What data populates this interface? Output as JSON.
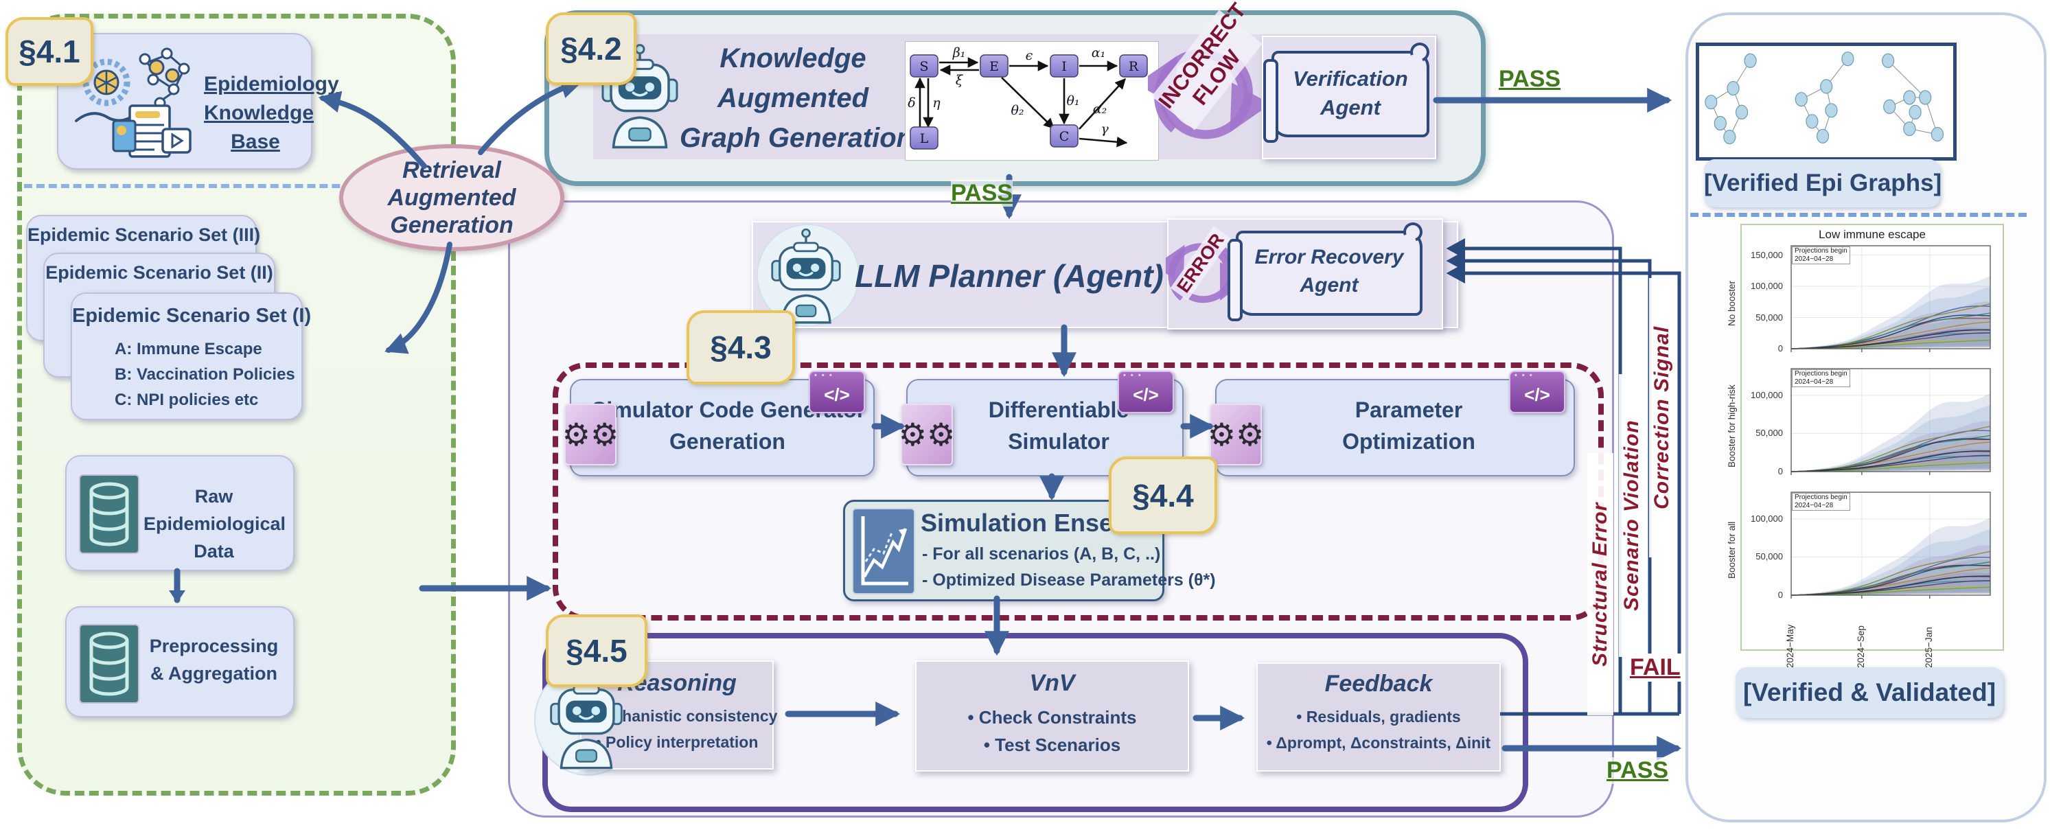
{
  "s41": {
    "tag": "§4.1",
    "kb_lines": [
      "Epidemiology",
      "Knowledge Base"
    ]
  },
  "scenarios": {
    "set3": "Epidemic Scenario Set (III)",
    "set2": "Epidemic Scenario Set (II)",
    "set1": "Epidemic Scenario Set (I)",
    "items": [
      "A: Immune Escape",
      "B: Vaccination Policies",
      "C: NPI policies etc"
    ]
  },
  "data_pipeline": {
    "raw": "Raw Epidemiological Data",
    "prep": "Preprocessing & Aggregation"
  },
  "rag": {
    "lines": [
      "Retrieval",
      "Augmented",
      "Generation"
    ]
  },
  "s42": {
    "tag": "§4.2",
    "title_lines": [
      "Knowledge",
      "Augmented",
      "Graph Generation"
    ],
    "nodes": [
      "S",
      "E",
      "I",
      "R",
      "L",
      "C"
    ],
    "edge_labels": {
      "b1": "β₁",
      "xi": "ξ",
      "eps": "ϵ",
      "a1": "α₁",
      "delta": "δ",
      "eta": "η",
      "th2": "θ₂",
      "th1": "θ₁",
      "a2": "α₂",
      "gamma": "γ"
    },
    "incorrect": [
      "INCORRECT",
      "FLOW"
    ],
    "verification_lines": [
      "Verification",
      "Agent"
    ]
  },
  "planner": {
    "title": "LLM Planner (Agent)",
    "error": "ERROR",
    "recovery_lines": [
      "Error Recovery",
      "Agent"
    ]
  },
  "s43": {
    "tag": "§4.3",
    "box1_lines": [
      "Simulator Code Generator",
      "Generation"
    ],
    "box2_lines": [
      "Differentiable",
      "Simulator"
    ],
    "box3_lines": [
      "Parameter",
      "Optimization"
    ],
    "code_icon": "</>"
  },
  "s44": {
    "tag": "§4.4",
    "ensemble_title": "Simulation Ensemble",
    "ensemble_bullets": [
      "- For all scenarios (A, B, C, ..)",
      "- Optimized Disease Parameters (θ*)"
    ]
  },
  "s45": {
    "tag": "§4.5",
    "reasoning": {
      "title": "Reasoning",
      "bullets": [
        "• Mechanistic consistency",
        "• Policy interpretation"
      ]
    },
    "vnv": {
      "title": "VnV",
      "bullets": [
        "• Check Constraints",
        "• Test Scenarios"
      ]
    },
    "feedback": {
      "title": "Feedback",
      "bullets": [
        "• Residuals, gradients",
        "• Δprompt, Δconstraints, Δinit"
      ]
    }
  },
  "signals": {
    "structural": "Structural Error",
    "scenario": "Scenario Violation",
    "correction": "Correction Signal",
    "fail": "FAIL",
    "pass_top": "PASS",
    "pass_mid": "PASS",
    "pass_bottom": "PASS"
  },
  "outputs": {
    "verified_graphs": "[Verified Epi Graphs]",
    "verified_validated": "[Verified & Validated]"
  },
  "chart_data": {
    "type": "area",
    "title": "Low immune escape",
    "x_ticks": [
      "2024−May",
      "2024−Sep",
      "2025−Jan"
    ],
    "x_tick_fractions": [
      0,
      0.355,
      0.696
    ],
    "annotation": [
      "Projections begin",
      "2024−04−28"
    ],
    "grid": true,
    "bands": [
      {
        "scale": 1.0,
        "color": "#98a8d0",
        "opacity": 0.28
      },
      {
        "scale": 0.82,
        "color": "#8fb4d4",
        "opacity": 0.3
      },
      {
        "scale": 0.63,
        "color": "#a89cc8",
        "opacity": 0.32
      },
      {
        "scale": 0.46,
        "color": "#8aa4b0",
        "opacity": 0.35
      },
      {
        "scale": 0.3,
        "color": "#9090b8",
        "opacity": 0.35
      }
    ],
    "subplots": [
      {
        "label": "No booster",
        "ylim": [
          0,
          165000
        ],
        "y_ticks": [
          150000,
          100000,
          50000,
          0
        ],
        "envelope_peak": 115000,
        "lines": [
          {
            "color": "#4a66a8",
            "peak": 66000
          },
          {
            "color": "#b34a3a",
            "peak": 52000
          },
          {
            "color": "#2f8a66",
            "peak": 58000
          },
          {
            "color": "#c08030",
            "peak": 40000
          },
          {
            "color": "#7a58a8",
            "peak": 30000
          },
          {
            "color": "#2f9aa4",
            "peak": 27000
          },
          {
            "color": "#8a8a2f",
            "peak": 70000
          },
          {
            "color": "#5a3a6e",
            "peak": 24000
          },
          {
            "color": "#243f77",
            "peak": 55000
          },
          {
            "color": "#c8b23a",
            "peak": 15000
          },
          {
            "color": "#67a84a",
            "peak": 13000
          },
          {
            "color": "#303030",
            "peak": 29000
          }
        ]
      },
      {
        "label": "Booster for high-risk",
        "ylim": [
          0,
          135000
        ],
        "y_ticks": [
          100000,
          50000,
          0
        ],
        "envelope_peak": 101000,
        "lines": [
          {
            "color": "#4a66a8",
            "peak": 52000
          },
          {
            "color": "#b34a3a",
            "peak": 45000
          },
          {
            "color": "#2f8a66",
            "peak": 48000
          },
          {
            "color": "#c08030",
            "peak": 36000
          },
          {
            "color": "#7a58a8",
            "peak": 26000
          },
          {
            "color": "#2f9aa4",
            "peak": 22000
          },
          {
            "color": "#8a8a2f",
            "peak": 58000
          },
          {
            "color": "#5a3a6e",
            "peak": 20000
          },
          {
            "color": "#243f77",
            "peak": 44000
          },
          {
            "color": "#c8b23a",
            "peak": 13000
          },
          {
            "color": "#67a84a",
            "peak": 11000
          },
          {
            "color": "#303030",
            "peak": 26000
          }
        ]
      },
      {
        "label": "Booster for all",
        "ylim": [
          0,
          135000
        ],
        "y_ticks": [
          100000,
          50000,
          0
        ],
        "envelope_peak": 100000,
        "lines": [
          {
            "color": "#4a66a8",
            "peak": 48000
          },
          {
            "color": "#b34a3a",
            "peak": 42000
          },
          {
            "color": "#2f8a66",
            "peak": 44000
          },
          {
            "color": "#c08030",
            "peak": 33000
          },
          {
            "color": "#7a58a8",
            "peak": 24000
          },
          {
            "color": "#2f9aa4",
            "peak": 20000
          },
          {
            "color": "#8a8a2f",
            "peak": 56000
          },
          {
            "color": "#5a3a6e",
            "peak": 18000
          },
          {
            "color": "#243f77",
            "peak": 40000
          },
          {
            "color": "#c8b23a",
            "peak": 12000
          },
          {
            "color": "#67a84a",
            "peak": 10000
          },
          {
            "color": "#303030",
            "peak": 24000
          }
        ]
      }
    ]
  },
  "epi_graph_thumbnails": [
    {
      "nodes": [
        [
          0.62,
          0.1
        ],
        [
          0.38,
          0.4
        ],
        [
          0.07,
          0.55
        ],
        [
          0.2,
          0.78
        ],
        [
          0.5,
          0.66
        ],
        [
          0.33,
          0.93
        ]
      ],
      "edges": [
        [
          1,
          0
        ],
        [
          2,
          1
        ],
        [
          4,
          1
        ],
        [
          5,
          4
        ],
        [
          3,
          5
        ],
        [
          2,
          3
        ]
      ]
    },
    {
      "nodes": [
        [
          0.85,
          0.08
        ],
        [
          0.55,
          0.38
        ],
        [
          0.2,
          0.52
        ],
        [
          0.35,
          0.76
        ],
        [
          0.62,
          0.64
        ],
        [
          0.5,
          0.92
        ]
      ],
      "edges": [
        [
          1,
          0
        ],
        [
          2,
          1
        ],
        [
          4,
          1
        ],
        [
          3,
          5
        ],
        [
          5,
          4
        ],
        [
          2,
          3
        ]
      ]
    },
    {
      "nodes": [
        [
          0.28,
          0.1
        ],
        [
          0.58,
          0.5
        ],
        [
          0.8,
          0.5
        ],
        [
          0.3,
          0.6
        ],
        [
          0.66,
          0.66
        ],
        [
          0.58,
          0.84
        ],
        [
          0.97,
          0.9
        ]
      ],
      "edges": [
        [
          2,
          0
        ],
        [
          1,
          2
        ],
        [
          3,
          1
        ],
        [
          3,
          5
        ],
        [
          5,
          4
        ],
        [
          5,
          6
        ],
        [
          6,
          2
        ]
      ]
    }
  ]
}
